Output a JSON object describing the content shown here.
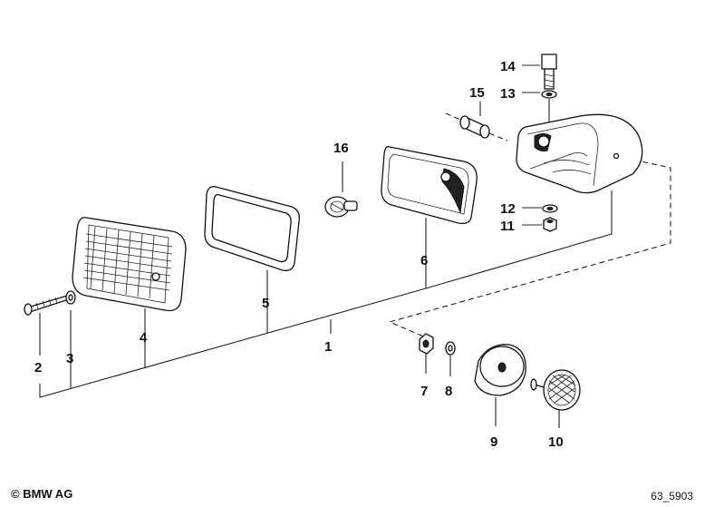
{
  "labels": {
    "p1": "1",
    "p2": "2",
    "p3": "3",
    "p4": "4",
    "p5": "5",
    "p6": "6",
    "p7": "7",
    "p8": "8",
    "p9": "9",
    "p10": "10",
    "p11": "11",
    "p12": "12",
    "p13": "13",
    "p14": "14",
    "p15": "15",
    "p16": "16"
  },
  "footer": {
    "copyright": "© BMW AG",
    "ref": "63_5903"
  }
}
